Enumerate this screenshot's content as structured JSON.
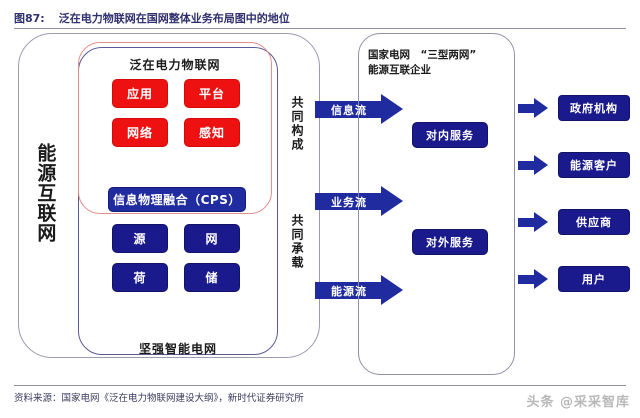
{
  "header": {
    "figure_number": "图87:",
    "title": "泛在电力物联网在国网整体业务布局图中的地位"
  },
  "left_region": {
    "energy_internet_label": "能源互联网",
    "ubiquitous_iot": {
      "title": "泛在电力物联网",
      "chips": [
        "应用",
        "平台",
        "网络",
        "感知"
      ]
    },
    "cps_bar": "信息物理融合（CPS）",
    "smart_grid": {
      "title": "坚强智能电网",
      "chips": [
        "源",
        "网",
        "荷",
        "储"
      ]
    }
  },
  "middle_region": {
    "captions": [
      "共同构成",
      "共同承载"
    ],
    "flows": [
      "信息流",
      "业务流",
      "能源流"
    ]
  },
  "right_region": {
    "sgcc_title": "国家电网 “三型两网”\n能源互联企业",
    "sgcc_title_line1": "国家电网　“三型两网”",
    "sgcc_title_line2": "能源互联企业",
    "services": [
      "对内服务",
      "对外服务"
    ]
  },
  "stakeholders": [
    "政府机构",
    "能源客户",
    "供应商",
    "用户"
  ],
  "footer": {
    "source": "资料来源：国家电网《泛在电力物联网建设大纲》，新时代证券研究所",
    "watermark": "头条 @采采智库"
  },
  "colors": {
    "red_chip": "#ee1111",
    "navy_chip": "#1a1a8c",
    "arrow_blue": "#1f2b9e",
    "rule_grey": "#8e8ea8",
    "red_capsule_border": "#e58b8b"
  }
}
